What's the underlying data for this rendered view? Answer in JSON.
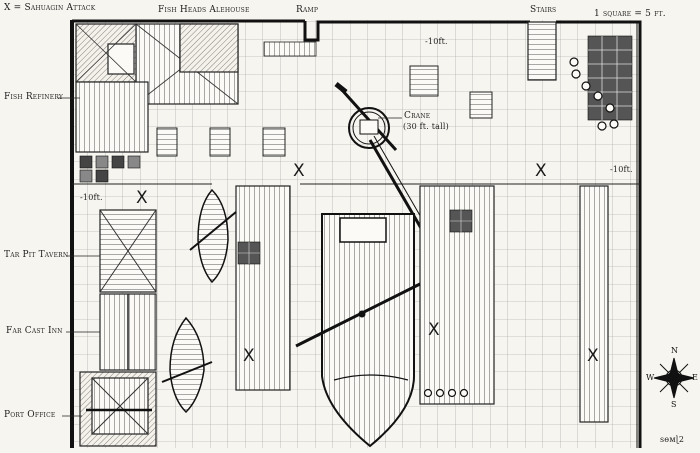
{
  "legend": {
    "attack": "X = Sahuagin Attack",
    "scale": "1 square = 5 ft."
  },
  "places": {
    "fish_heads_alehouse": "Fish Heads Alehouse",
    "ramp": "Ramp",
    "stairs": "Stairs",
    "fish_refinery": "Fish Refinery",
    "crane": "Crane",
    "crane_note": "(30 ft. tall)",
    "tar_pit_tavern": "Tar Pit Tavern",
    "far_cast_inn": "Far Cast Inn",
    "port_office": "Port Office"
  },
  "elevation": {
    "top": "-10ft.",
    "left": "-10ft.",
    "right": "-10ft."
  },
  "attack_marker": "X",
  "compass": {
    "n": "N",
    "s": "S",
    "e": "E",
    "w": "W"
  },
  "signature": "sɵмɭ2"
}
